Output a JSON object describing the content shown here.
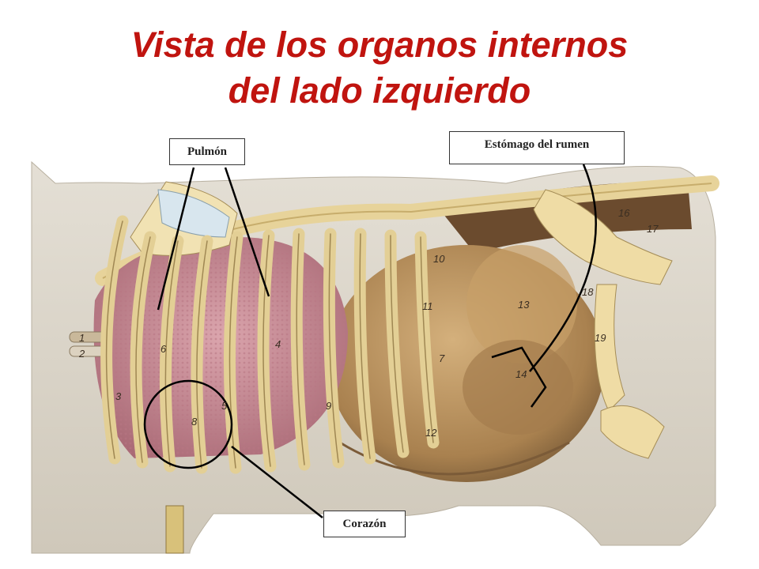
{
  "title": {
    "line1": "Vista de los organos internos",
    "line2": "del lado izquierdo"
  },
  "callouts": {
    "pulmon": "Pulmón",
    "rumen": "Estómago del rumen",
    "corazon": "Corazón"
  },
  "organ_numbers": [
    "1",
    "2",
    "3",
    "4",
    "5",
    "6",
    "7",
    "8",
    "9",
    "10",
    "11",
    "12",
    "13",
    "14",
    "16",
    "17",
    "18",
    "19"
  ],
  "colors": {
    "title": "#c0140f",
    "background_panel": "#d9d3c7",
    "bone": "#e7d39a",
    "lung": "#c98a95",
    "rumen": "#b78f5c",
    "annotation_line": "#000000"
  }
}
